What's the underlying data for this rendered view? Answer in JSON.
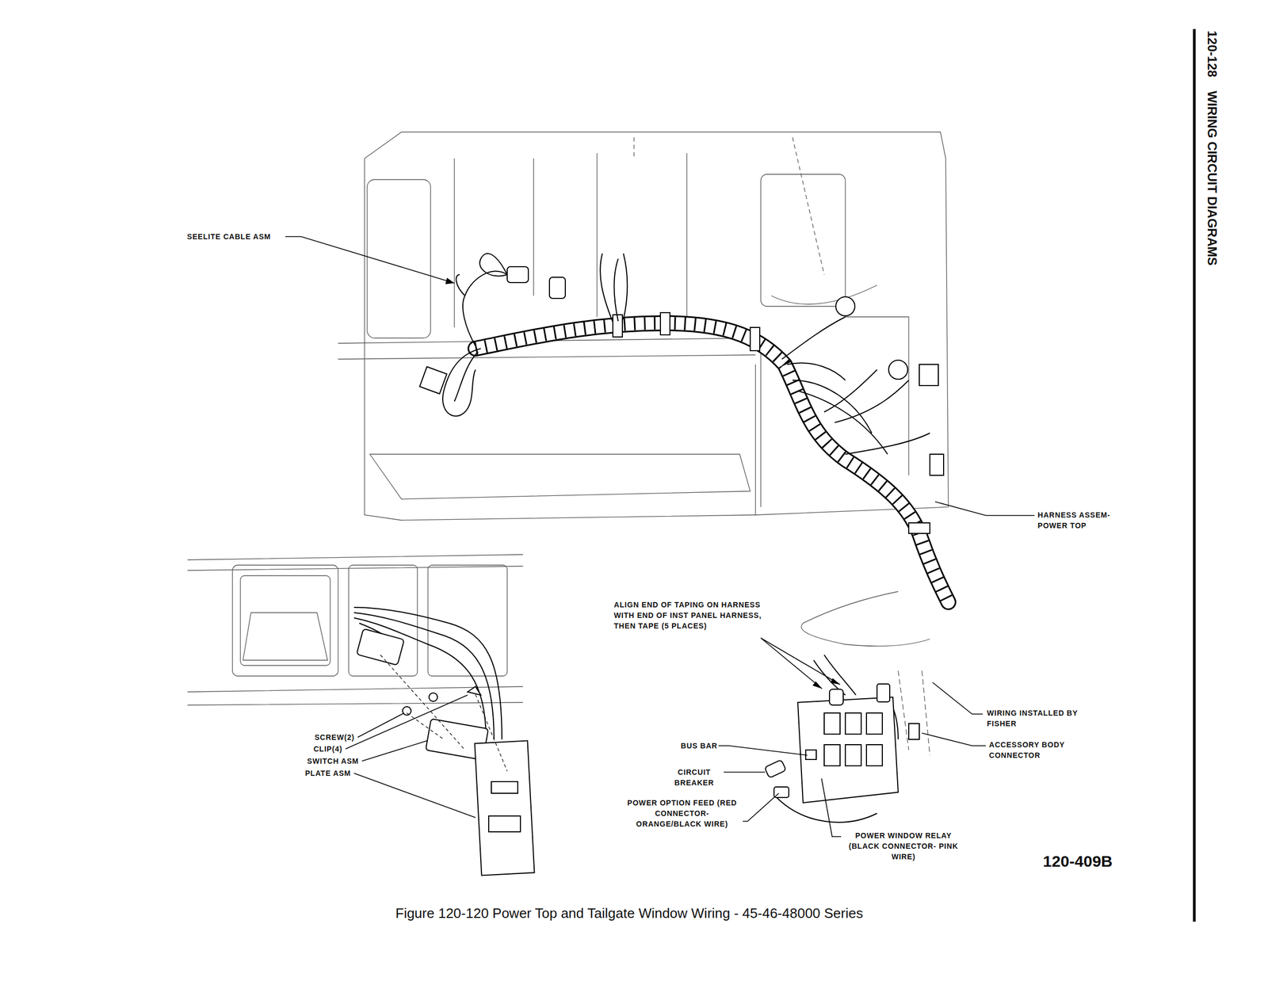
{
  "diagram": {
    "title": "WIRING CIRCUIT DIAGRAMS",
    "caption": "Figure 120-120 Power Top and Tailgate Window Wiring - 45-46-48000 Series",
    "labels": [
      "SEELITE CABLE ASM",
      "HARNESS ASSEM- POWER TOP",
      "ALIGN END OF TAPING ON HARNESS WITH END OF INST PANEL HARNESS, THEN TAPE (5 PLACES)",
      "WIRING INSTALLED BY FISHER",
      "ACCESSORY BODY CONNECTOR",
      "BUS BAR",
      "CIRCUIT BREAKER",
      "POWER OPTION FEED (RED CONNECTOR- ORANGE/BLACK WIRE)",
      "POWER WINDOW RELAY (BLACK CONNECTOR- PINK WIRE)",
      "SCREW(2)",
      "CLIP(4)",
      "SWITCH ASM",
      "PLATE ASM",
      "120-409B",
      "120-128"
    ]
  }
}
